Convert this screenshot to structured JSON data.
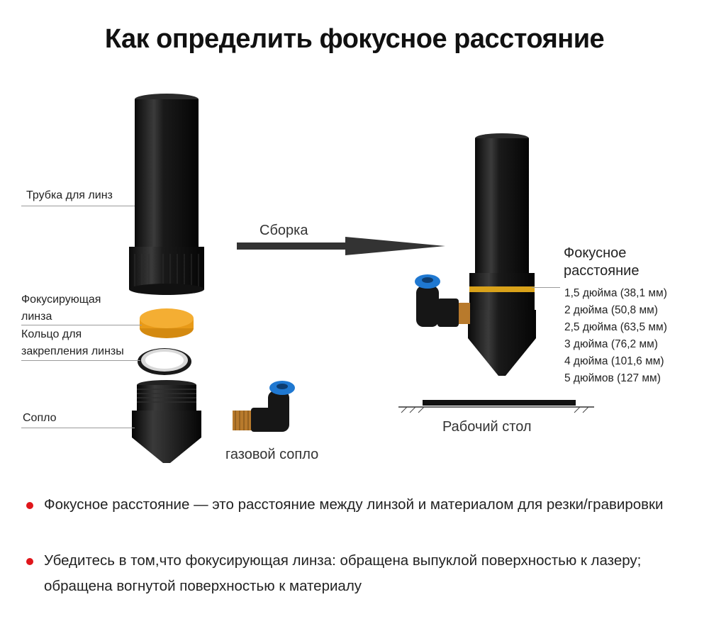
{
  "title": "Как определить фокусное расстояние",
  "parts": {
    "lens_tube": "Трубка для линз",
    "focus_lens_line1": "Фокусирующая",
    "focus_lens_line2": "линза",
    "ring_line1": "Кольцо для",
    "ring_line2": "закрепления линзы",
    "nozzle": "Сопло",
    "gas_nozzle": "газовой сопло"
  },
  "assembly_label": "Сборка",
  "focal": {
    "title_line1": "Фокусное",
    "title_line2": "расстояние",
    "options": [
      "1,5 дюйма (38,1 мм)",
      "2 дюйма (50,8 мм)",
      "2,5 дюйма (63,5 мм)",
      "3 дюйма (76,2 мм)",
      "4 дюйма (101,6 мм)",
      "5 дюймов (127 мм)"
    ]
  },
  "work_table": "Рабочий стол",
  "notes": [
    "Фокусное расстояние — это расстояние между линзой и материалом для резки/гравировки",
    "Убедитесь в том,что фокусирующая линза: обращена выпуклой поверхностью к лазеру; обращена вогнутой поверхностью к материалу"
  ],
  "colors": {
    "accent_red": "#e0161b",
    "lens_orange": "#f2a626",
    "nozzle_black": "#141414",
    "fitting_blue": "#1f78d1",
    "brass": "#b87a2c"
  }
}
